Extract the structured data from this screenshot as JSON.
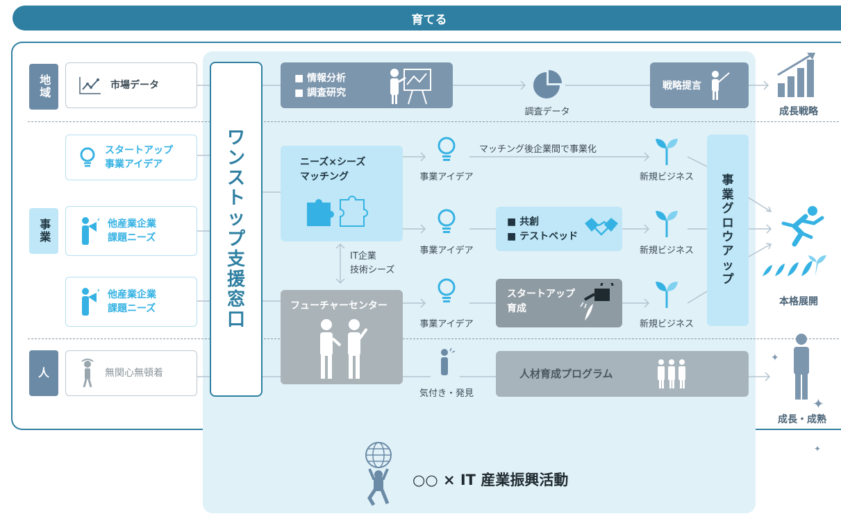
{
  "banner": "育てる",
  "rows": {
    "region": "地域",
    "business": "事業",
    "people": "人"
  },
  "sources": {
    "market_data": "市場データ",
    "startup_idea_1": "スタートアップ",
    "startup_idea_2": "事業アイデア",
    "other_industry_a_1": "他産業企業",
    "other_industry_a_2": "課題ニーズ",
    "other_industry_b_1": "他産業企業",
    "other_industry_b_2": "課題ニーズ",
    "indifferent": "無関心無頓着"
  },
  "one_stop": [
    "ワ",
    "ン",
    "ス",
    "ト",
    "ッ",
    "プ",
    "支",
    "援",
    "窓",
    "口"
  ],
  "analysis": {
    "line1": "■ 情報分析",
    "line2": "■ 調査研究"
  },
  "survey_data": "調査データ",
  "strategy_proposal": "戦略提言",
  "growth_strategy": "成長戦略",
  "needs_seeds": {
    "line1": "ニーズ×シーズ",
    "line2": "マッチング"
  },
  "it_seeds": {
    "line1": "IT企業",
    "line2": "技術シーズ"
  },
  "future_center": "フューチャーセンター",
  "business_idea_1": "事業アイデア",
  "business_idea_2": "事業アイデア",
  "business_idea_3": "事業アイデア",
  "matching_note": "マッチング後企業間で事業化",
  "cocreate": {
    "line1": "■ 共創",
    "line2": "■ テストベッド"
  },
  "startup_grow": {
    "line1": "スタートアップ",
    "line2": "育成"
  },
  "new_business_1": "新規ビジネス",
  "new_business_2": "新規ビジネス",
  "new_business_3": "新規ビジネス",
  "growup": [
    "事",
    "業",
    "グ",
    "ロ",
    "ウ",
    "ア",
    "ッ",
    "プ"
  ],
  "full_deploy": "本格展開",
  "awareness": "気付き・発見",
  "talent_program": "人材育成プログラム",
  "growth_maturity": "成長・成熟",
  "bottom_title": "○○ × IT 産業振興活動",
  "colors": {
    "primary": "#2e7fa1",
    "gray": "#7c96ae",
    "light": "#bfe7f7",
    "cyan": "#35b2e3"
  }
}
